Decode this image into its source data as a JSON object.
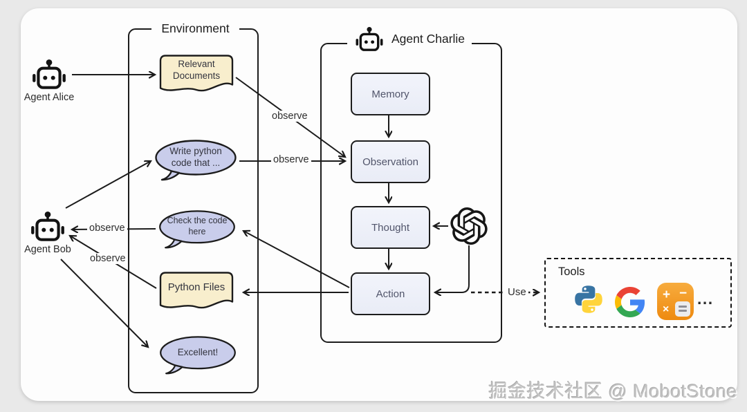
{
  "watermark": "掘金技术社区 @ MobotStone",
  "agents": {
    "alice": "Agent Alice",
    "bob": "Agent Bob",
    "charlie": "Agent Charlie"
  },
  "environment": {
    "title": "Environment",
    "items": {
      "relevant_documents": "Relevant Documents",
      "write_python": "Write python code that ...",
      "check_code": "Check the code here",
      "python_files": "Python Files",
      "excellent": "Excellent!"
    }
  },
  "pipeline": {
    "memory": "Memory",
    "observation": "Observation",
    "thought": "Thought",
    "action": "Action"
  },
  "edge_labels": {
    "observe_documents": "observe",
    "observe_write_python": "observe",
    "observe_check_code": "observe",
    "observe_python_files": "observe",
    "use": "Use"
  },
  "tools": {
    "title": "Tools",
    "icons": [
      "python-logo",
      "google-logo",
      "calculator"
    ],
    "more": "..."
  },
  "colors": {
    "card_background": "#fdfdfd",
    "page_background": "#e9e9e9",
    "line": "#1b1b1b",
    "document_fill": "#f8eecd",
    "bubble_fill": "#c9cdeb",
    "pipeline_box_fill": "#eef1f9",
    "pipeline_text": "#51556b",
    "python_blue": "#3874A3",
    "python_yellow": "#FFD43B",
    "google_red": "#EA4335",
    "google_blue": "#4285F4",
    "google_yellow": "#FBBC05",
    "google_green": "#34A853",
    "calculator_orange": "#EE8A10"
  }
}
